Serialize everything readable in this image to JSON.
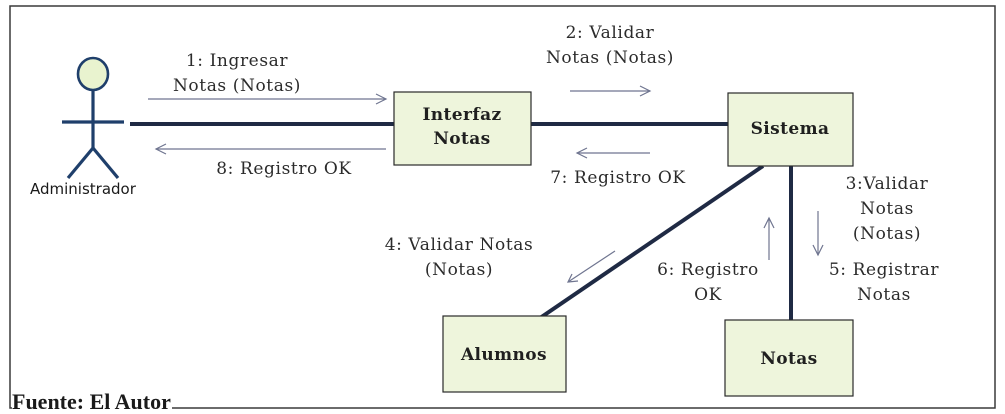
{
  "actor": {
    "label": "Administrador",
    "icon": "stick-figure-actor-icon"
  },
  "objects": {
    "interfaz": [
      "Interfaz",
      "Notas"
    ],
    "sistema": "Sistema",
    "alumnos": "Alumnos",
    "notas": "Notas"
  },
  "messages": {
    "m1": [
      "1: Ingresar",
      "Notas (Notas)"
    ],
    "m2": [
      "2: Validar",
      "Notas (Notas)"
    ],
    "m3": [
      "3:Validar",
      "Notas",
      "(Notas)"
    ],
    "m4": [
      "4: Validar Notas",
      "(Notas)"
    ],
    "m5": [
      "5: Registrar",
      "Notas"
    ],
    "m6": [
      "6: Registro",
      "OK"
    ],
    "m7": "7: Registro OK",
    "m8": "8: Registro OK"
  },
  "caption": "Fuente: El Autor",
  "colors": {
    "box_fill": "#eef5dc",
    "link": "#1f2a44",
    "arrow": "#6f7590",
    "actor_head": "#e9f3cf"
  }
}
